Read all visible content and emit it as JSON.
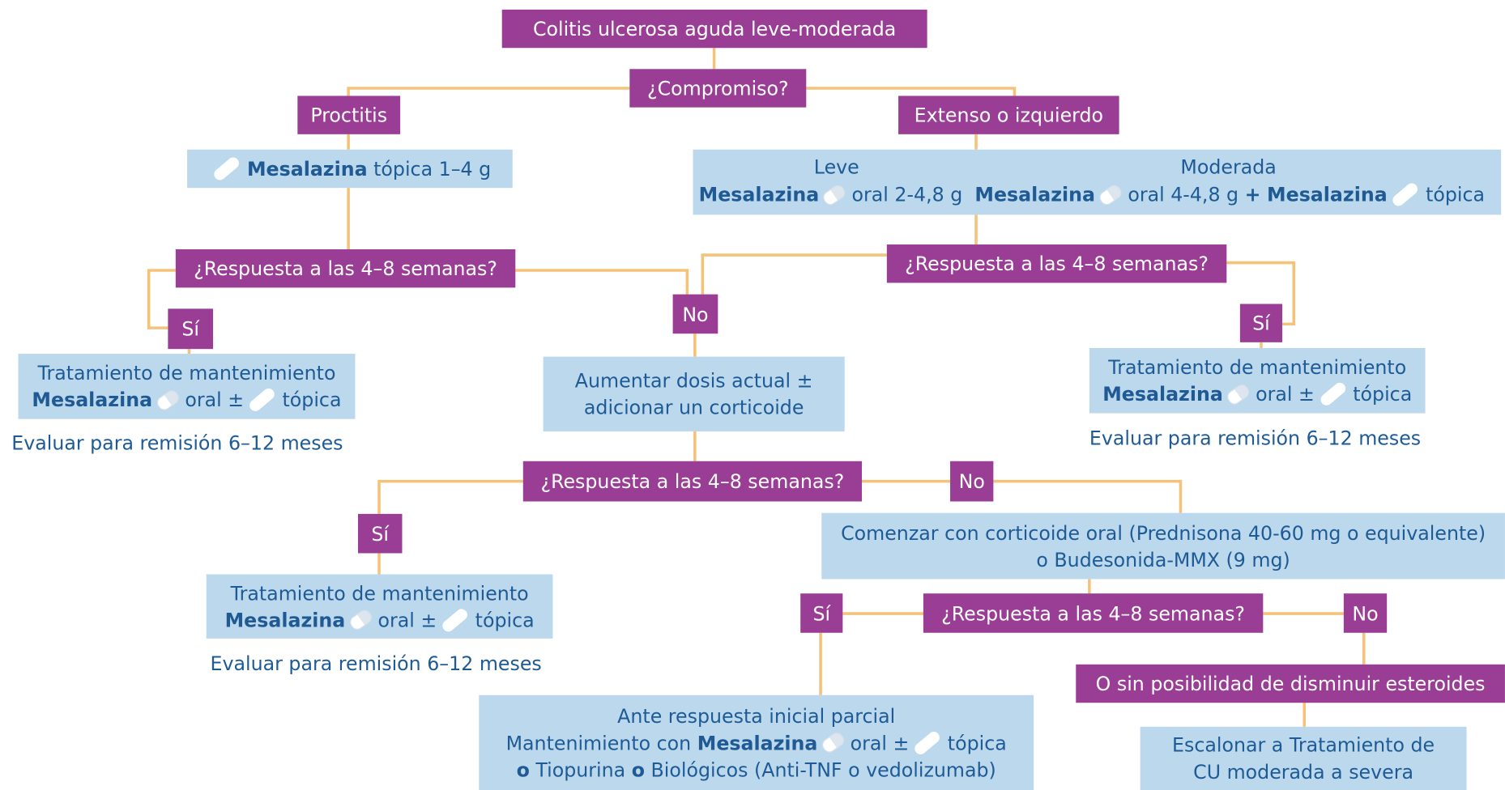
{
  "title": "Colitis ulcerosa aguda leve-moderada",
  "compromiso": "¿Compromiso?",
  "proctitis": "Proctitis",
  "extenso": "Extenso o izquierdo",
  "left_treatment": {
    "drug": "Mesalazina",
    "text": "tópica 1–4 g"
  },
  "right_treatment": {
    "leve_label": "Leve",
    "leve_drug": "Mesalazina",
    "leve_text": "oral 2-4,8 g",
    "moderada_label": "Moderada",
    "moderada_drug1": "Mesalazina",
    "moderada_text1": "oral 4-4,8 g",
    "moderada_plus": "+",
    "moderada_drug2": "Mesalazina",
    "moderada_text2": "tópica"
  },
  "question": "¿Respuesta a las 4–8 semanas?",
  "yes": "Sí",
  "no": "No",
  "maintenance": {
    "title": "Tratamiento de mantenimiento",
    "drug": "Mesalazina",
    "oral": "oral ±",
    "topica": "tópica"
  },
  "evaluate": "Evaluar para remisión 6–12 meses",
  "increase": {
    "line1": "Aumentar dosis actual ±",
    "line2": "adicionar un corticoide"
  },
  "corticoid": {
    "line1": "Comenzar con corticoide oral (Prednisona 40-60 mg o equivalente)",
    "line2": "o Budesonida-MMX (9 mg)"
  },
  "partial": {
    "line1": "Ante respuesta inicial parcial",
    "line2_pre": "Mantenimiento con",
    "drug": "Mesalazina",
    "oral": "oral ±",
    "topica": "tópica",
    "o1": "o",
    "tiopurina": "Tiopurina",
    "o2": "o",
    "biologics": "Biológicos (Anti-TNF o vedolizumab)"
  },
  "no_steroid": "O sin posibilidad de disminuir esteroides",
  "escalate": {
    "line1": "Escalonar a Tratamiento de",
    "line2": "CU moderada a severa"
  },
  "colors": {
    "purple": "#9a3e95",
    "blue_box": "#bcd8ec",
    "text_blue": "#1e5b96",
    "connector": "#f5c27a"
  }
}
